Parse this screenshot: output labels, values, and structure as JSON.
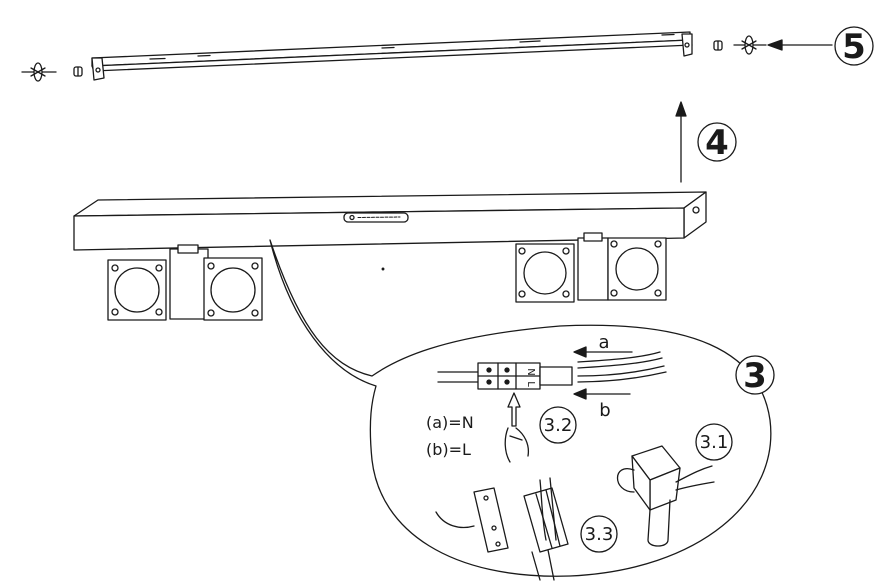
{
  "steps": {
    "five": "5",
    "four": "4",
    "three": "3",
    "three_one": "3.1",
    "three_two": "3.2",
    "three_three": "3.3"
  },
  "wires": {
    "a": "a",
    "b": "b",
    "terminal_n": "N",
    "terminal_l": "L"
  },
  "legend": {
    "line1": "(a)=N",
    "line2": "(b)=L"
  }
}
